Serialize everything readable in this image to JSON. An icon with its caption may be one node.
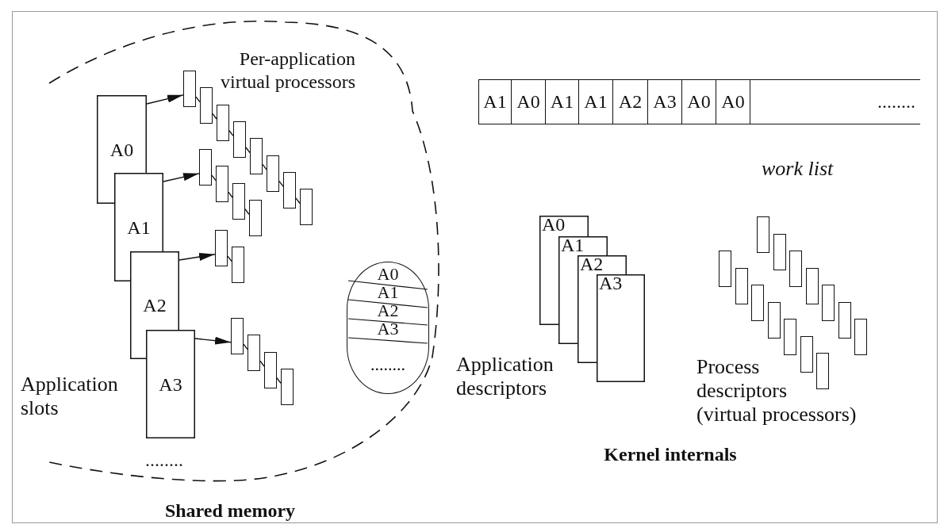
{
  "diagram": {
    "nodes": [
      {
        "text": [
          "Shared memory"
        ]
      },
      {
        "text": [
          "A0"
        ],
        "in": 0
      },
      {
        "text": [
          "A1"
        ],
        "in": 0
      },
      {
        "text": [
          "A2"
        ],
        "in": 0
      },
      {
        "text": [
          "A3"
        ],
        "in": 0
      },
      {
        "text": [],
        "shape": "box",
        "in": 0
      },
      {
        "text": [],
        "shape": "box",
        "in": 0
      },
      {
        "text": [],
        "shape": "box",
        "in": 0
      },
      {
        "text": [],
        "shape": "box",
        "in": 0
      },
      {
        "text": [],
        "shape": "box",
        "in": 0
      },
      {
        "text": [],
        "shape": "box",
        "in": 0
      },
      {
        "text": [],
        "shape": "box",
        "in": 0
      },
      {
        "text": [],
        "shape": "box",
        "in": 0
      },
      {
        "text": [],
        "shape": "box",
        "in": 0
      },
      {
        "text": [],
        "shape": "box",
        "in": 0
      },
      {
        "text": [],
        "shape": "box",
        "in": 0
      },
      {
        "text": [],
        "shape": "box",
        "in": 0
      },
      {
        "text": [],
        "shape": "box",
        "in": 0
      },
      {
        "text": [],
        "shape": "box",
        "in": 0
      },
      {
        "text": [],
        "shape": "box",
        "in": 0
      },
      {
        "text": [],
        "shape": "box",
        "in": 0
      },
      {
        "text": [],
        "shape": "box",
        "in": 0
      },
      {
        "text": [],
        "shape": "box",
        "in": 0
      },
      {
        "text": [
          "A0",
          "A1",
          "A2",
          "A3",
          "........"
        ],
        "in": 0
      },
      {
        "text": [
          "A1"
        ]
      },
      {
        "text": [
          "A0"
        ]
      },
      {
        "text": [
          "A1"
        ]
      },
      {
        "text": [
          "A1"
        ]
      },
      {
        "text": [
          "A2"
        ]
      },
      {
        "text": [
          "A3"
        ]
      },
      {
        "text": [
          "A0"
        ]
      },
      {
        "text": [
          "A0"
        ]
      },
      {
        "text": [
          "........"
        ]
      },
      {
        "text": [
          "A0"
        ]
      },
      {
        "text": [
          "A1"
        ]
      },
      {
        "text": [
          "A2"
        ]
      },
      {
        "text": [
          "A3"
        ]
      },
      {
        "text": [],
        "shape": "box"
      },
      {
        "text": [],
        "shape": "box"
      },
      {
        "text": [],
        "shape": "box"
      },
      {
        "text": [],
        "shape": "box"
      },
      {
        "text": [],
        "shape": "box"
      },
      {
        "text": [],
        "shape": "box"
      },
      {
        "text": [],
        "shape": "box"
      },
      {
        "text": [],
        "shape": "box"
      },
      {
        "text": [],
        "shape": "box"
      },
      {
        "text": [],
        "shape": "box"
      },
      {
        "text": [],
        "shape": "box"
      },
      {
        "text": [],
        "shape": "box"
      },
      {
        "text": [],
        "shape": "box"
      },
      {
        "text": [],
        "shape": "box"
      }
    ],
    "edges": [
      {
        "from": 1,
        "to": 5,
        "arrow": "to"
      },
      {
        "from": 5,
        "to": 6,
        "arrow": "none"
      },
      {
        "from": 6,
        "to": 7,
        "arrow": "none"
      },
      {
        "from": 7,
        "to": 8,
        "arrow": "none"
      },
      {
        "from": 8,
        "to": 9,
        "arrow": "none"
      },
      {
        "from": 9,
        "to": 10,
        "arrow": "none"
      },
      {
        "from": 10,
        "to": 11,
        "arrow": "none"
      },
      {
        "from": 11,
        "to": 12,
        "arrow": "none"
      },
      {
        "from": 2,
        "to": 13,
        "arrow": "to"
      },
      {
        "from": 13,
        "to": 14,
        "arrow": "none"
      },
      {
        "from": 14,
        "to": 15,
        "arrow": "none"
      },
      {
        "from": 15,
        "to": 16,
        "arrow": "none"
      },
      {
        "from": 3,
        "to": 17,
        "arrow": "to"
      },
      {
        "from": 17,
        "to": 18,
        "arrow": "none"
      },
      {
        "from": 4,
        "to": 19,
        "arrow": "to"
      },
      {
        "from": 19,
        "to": 20,
        "arrow": "none"
      },
      {
        "from": 20,
        "to": 21,
        "arrow": "none"
      },
      {
        "from": 21,
        "to": 22,
        "arrow": "none"
      }
    ],
    "labels": [
      "Per-application virtual processors",
      "Application slots",
      "........",
      "work list",
      "Application descriptors",
      "Process descriptors (virtual processors)",
      "Kernel internals"
    ]
  }
}
